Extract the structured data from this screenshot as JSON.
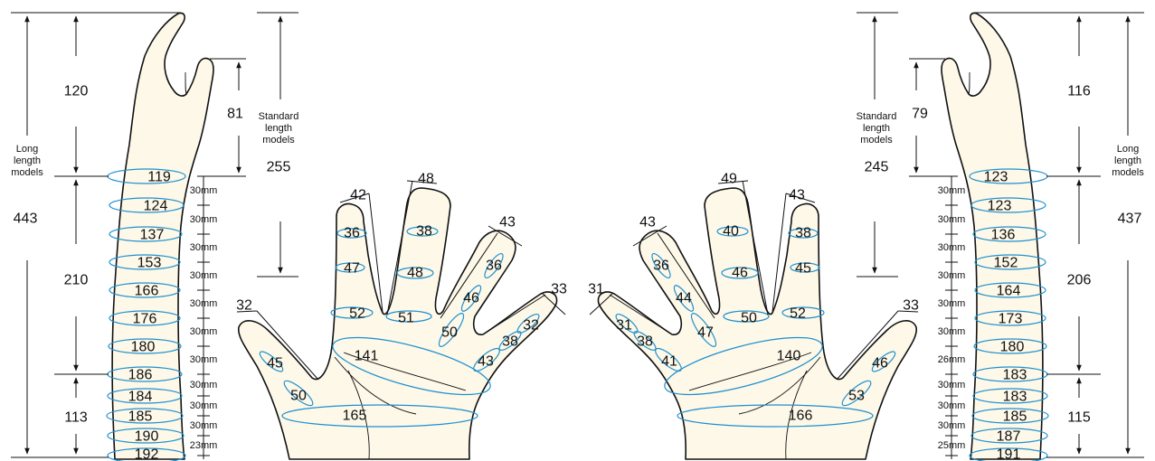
{
  "left": {
    "arm": {
      "upper": "120",
      "mid": "210",
      "lower": "113",
      "long_total": "443",
      "circumferences": [
        "119",
        "124",
        "137",
        "153",
        "166",
        "176",
        "180",
        "186",
        "184",
        "185",
        "190",
        "192"
      ],
      "spacings": [
        "30mm",
        "30mm",
        "30mm",
        "30mm",
        "30mm",
        "30mm",
        "30mm",
        "30mm",
        "30mm",
        "30mm",
        "23mm"
      ]
    },
    "thumb_length": "81",
    "standard_label": [
      "Standard",
      "length",
      "models"
    ],
    "standard_total": "255",
    "long_label": [
      "Long",
      "length",
      "models"
    ],
    "hand": {
      "thumb_tip": "32",
      "thumb_mid": "45",
      "thumb_base": "50",
      "index_tip": "42",
      "index_upper": "36",
      "index_mid": "47",
      "index_base": "52",
      "middle_tip": "48",
      "middle_upper": "38",
      "middle_mid": "48",
      "middle_base": "51",
      "ring_tip": "43",
      "ring_upper": "36",
      "ring_mid": "46",
      "ring_base": "50",
      "little_tip": "33",
      "little_upper": "32",
      "little_mid": "38",
      "little_base": "43",
      "palm": "141",
      "wrist": "165"
    }
  },
  "right": {
    "arm": {
      "upper": "116",
      "mid": "206",
      "lower": "115",
      "long_total": "437",
      "circumferences": [
        "123",
        "123",
        "136",
        "152",
        "164",
        "173",
        "180",
        "183",
        "183",
        "185",
        "187",
        "191"
      ],
      "spacings": [
        "30mm",
        "30mm",
        "30mm",
        "30mm",
        "30mm",
        "30mm",
        "26mm",
        "30mm",
        "30mm",
        "30mm",
        "25mm"
      ]
    },
    "thumb_length": "79",
    "standard_label": [
      "Standard",
      "length",
      "models"
    ],
    "standard_total": "245",
    "long_label": [
      "Long",
      "length",
      "models"
    ],
    "hand": {
      "little_tip": "31",
      "little_upper": "31",
      "little_mid": "38",
      "little_base": "41",
      "ring_tip": "43",
      "ring_upper": "36",
      "ring_mid": "44",
      "ring_base": "47",
      "middle_tip": "49",
      "middle_upper": "40",
      "middle_mid": "46",
      "middle_base": "50",
      "index_tip": "43",
      "index_upper": "38",
      "index_mid": "45",
      "index_base": "52",
      "thumb_tip": "33",
      "thumb_mid": "46",
      "thumb_base": "53",
      "palm": "140",
      "wrist": "166"
    }
  },
  "colors": {
    "skin": "#fdf8e8",
    "outline": "#111111",
    "measure_ring": "#1e90d0"
  }
}
